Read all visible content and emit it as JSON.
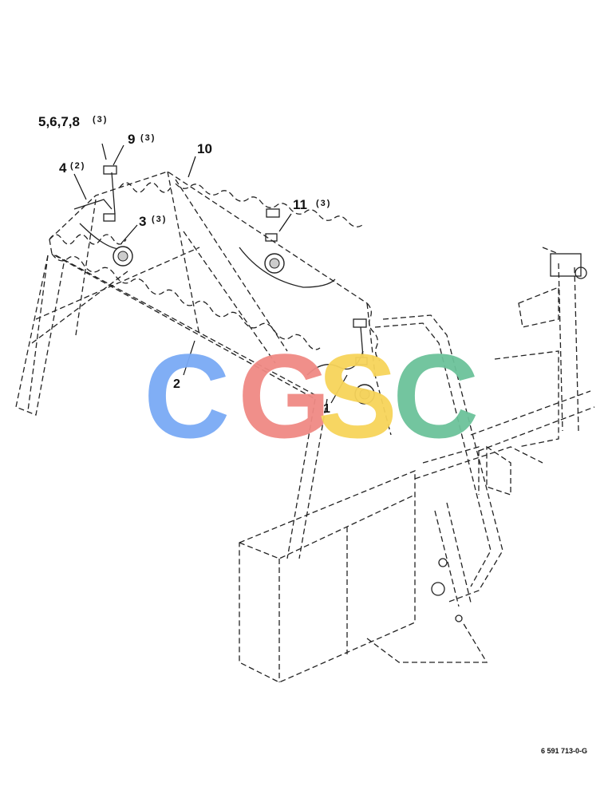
{
  "callouts": {
    "c5678": {
      "label": "5,6,7,8",
      "qty": "(3)"
    },
    "c9": {
      "label": "9",
      "qty": "(3)"
    },
    "c10": {
      "label": "10",
      "qty": ""
    },
    "c4": {
      "label": "4",
      "qty": "(2)"
    },
    "c3": {
      "label": "3",
      "qty": "(3)"
    },
    "c11": {
      "label": "11",
      "qty": "(3)"
    },
    "c2": {
      "label": "2",
      "qty": ""
    },
    "c1": {
      "label": "1",
      "qty": ""
    }
  },
  "watermark": {
    "letters": [
      "C",
      "G",
      "S",
      "C"
    ],
    "colors": [
      "#7aaaf5",
      "#f08a84",
      "#f7d45a",
      "#6cc29a"
    ]
  },
  "document_number": "6 591 713-0-G"
}
